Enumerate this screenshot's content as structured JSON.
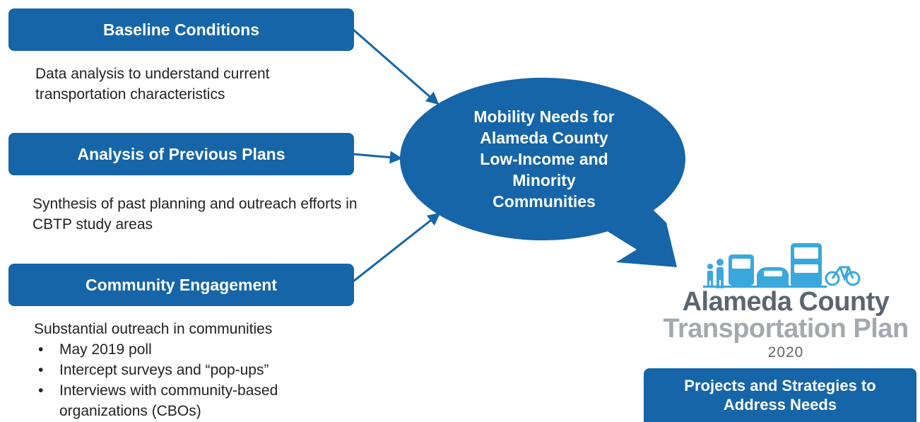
{
  "colors": {
    "primary": "#1565a8",
    "text": "#222222",
    "logo_dark": "#5a6570",
    "logo_light": "#a3a9ae",
    "icon_blue": "#3aa8dc"
  },
  "boxes": {
    "baseline": "Baseline Conditions",
    "previous_plans": "Analysis of Previous Plans",
    "community": "Community Engagement",
    "result": "Projects and Strategies to Address Needs"
  },
  "descriptions": {
    "baseline": "Data analysis to understand current transportation characteristics",
    "previous_plans": "Synthesis of past planning and outreach efforts in CBTP study areas",
    "community_intro": "Substantial outreach in communities",
    "community_bullets": [
      "May 2019 poll",
      "Intercept surveys and “pop-ups”",
      "Interviews with community-based organizations (CBOs)"
    ]
  },
  "ellipse": {
    "lines": [
      "Mobility Needs for",
      "Alameda County",
      "Low-Income and",
      "Minority",
      "Communities"
    ]
  },
  "logo": {
    "line1": "Alameda County",
    "line2": "Transportation Plan",
    "year": "2020"
  }
}
